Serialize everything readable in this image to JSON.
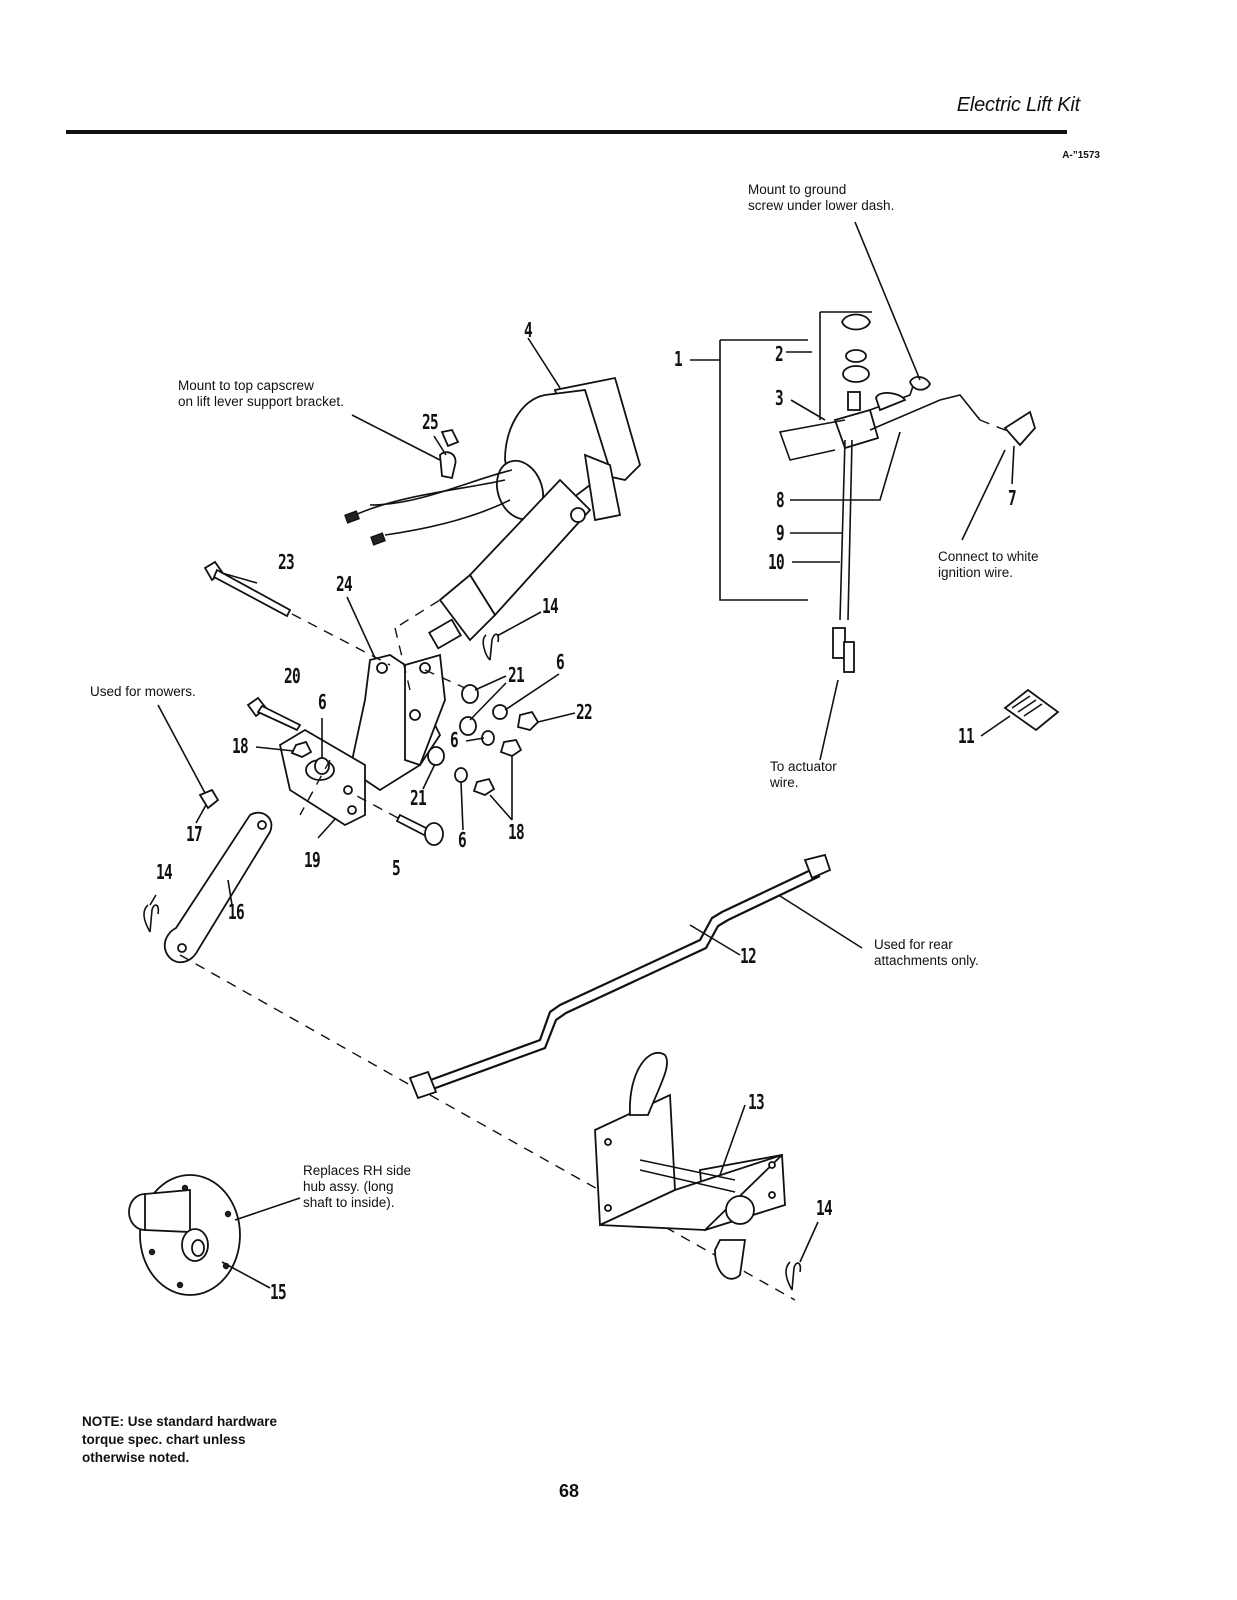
{
  "header": {
    "title": "Electric Lift Kit",
    "figure_code": "A-”1573"
  },
  "notes": {
    "mount_ground": "Mount to ground\nscrew under lower dash.",
    "mount_capscrew": "Mount to top capscrew\non lift lever support bracket.",
    "connect_ignition": "Connect to white\nignition wire.",
    "used_mowers": "Used for mowers.",
    "to_actuator": "To actuator\nwire.",
    "used_rear": "Used for rear\nattachments only.",
    "replaces_hub": "Replaces RH side\nhub assy. (long\nshaft to inside)."
  },
  "callouts": {
    "c1": "1",
    "c2": "2",
    "c3": "3",
    "c4": "4",
    "c5": "5",
    "c6a": "6",
    "c6b": "6",
    "c6c": "6",
    "c6d": "6",
    "c7": "7",
    "c8": "8",
    "c9": "9",
    "c10": "10",
    "c11": "11",
    "c12": "12",
    "c13": "13",
    "c14a": "14",
    "c14b": "14",
    "c14c": "14",
    "c15": "15",
    "c16": "16",
    "c17": "17",
    "c18a": "18",
    "c18b": "18",
    "c19": "19",
    "c20": "20",
    "c21a": "21",
    "c21b": "21",
    "c22": "22",
    "c23": "23",
    "c24": "24",
    "c25": "25"
  },
  "footnote": "NOTE: Use standard hardware\ntorque spec. chart unless\notherwise noted.",
  "page_number": "68"
}
